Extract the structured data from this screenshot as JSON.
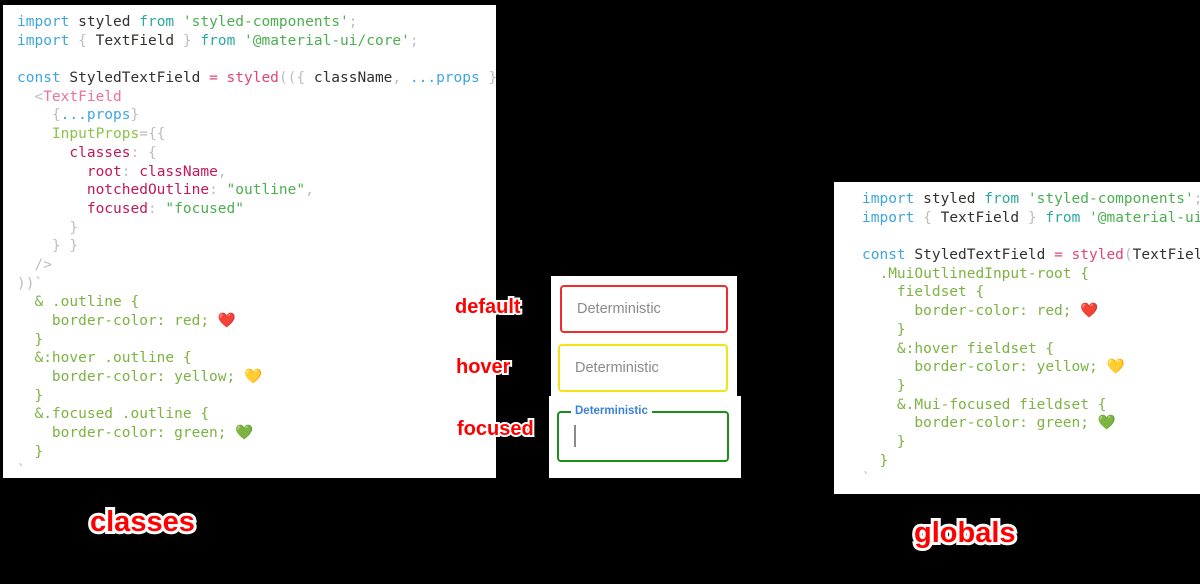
{
  "background_color": "#000000",
  "accent_color": "#ff0000",
  "panels": {
    "classes": {
      "title": "classes",
      "lines": [
        [
          {
            "t": "kw",
            "s": "import"
          },
          {
            "t": "ident",
            "s": " styled "
          },
          {
            "t": "from",
            "s": "from"
          },
          {
            "t": "str",
            "s": " 'styled-components'"
          },
          {
            "t": "punct",
            "s": ";"
          }
        ],
        [
          {
            "t": "kw",
            "s": "import"
          },
          {
            "t": "punct",
            "s": " { "
          },
          {
            "t": "ident",
            "s": "TextField"
          },
          {
            "t": "punct",
            "s": " } "
          },
          {
            "t": "from",
            "s": "from"
          },
          {
            "t": "str",
            "s": " '@material-ui/core'"
          },
          {
            "t": "punct",
            "s": ";"
          }
        ],
        [],
        [
          {
            "t": "kw",
            "s": "const"
          },
          {
            "t": "ident",
            "s": " StyledTextField "
          },
          {
            "t": "op",
            "s": "= "
          },
          {
            "t": "op",
            "s": "styled"
          },
          {
            "t": "punct",
            "s": "(({ "
          },
          {
            "t": "ident",
            "s": "className"
          },
          {
            "t": "punct",
            "s": ", "
          },
          {
            "t": "spread",
            "s": "...props"
          },
          {
            "t": "punct",
            "s": " }) "
          },
          {
            "t": "op",
            "s": "=>"
          },
          {
            "t": "punct",
            "s": " ("
          }
        ],
        [
          {
            "t": "punct",
            "s": "  <"
          },
          {
            "t": "tag",
            "s": "TextField"
          }
        ],
        [
          {
            "t": "punct",
            "s": "    {"
          },
          {
            "t": "spread",
            "s": "...props"
          },
          {
            "t": "punct",
            "s": "}"
          }
        ],
        [
          {
            "t": "prop",
            "s": "    InputProps"
          },
          {
            "t": "punct",
            "s": "={{"
          }
        ],
        [
          {
            "t": "key",
            "s": "      classes"
          },
          {
            "t": "punct",
            "s": ": {"
          }
        ],
        [
          {
            "t": "key",
            "s": "        root"
          },
          {
            "t": "punct",
            "s": ": "
          },
          {
            "t": "key",
            "s": "className"
          },
          {
            "t": "punct",
            "s": ","
          }
        ],
        [
          {
            "t": "key",
            "s": "        notchedOutline"
          },
          {
            "t": "punct",
            "s": ": "
          },
          {
            "t": "str",
            "s": "\"outline\""
          },
          {
            "t": "punct",
            "s": ","
          }
        ],
        [
          {
            "t": "key",
            "s": "        focused"
          },
          {
            "t": "punct",
            "s": ": "
          },
          {
            "t": "str",
            "s": "\"focused\""
          }
        ],
        [
          {
            "t": "punct",
            "s": "      }"
          }
        ],
        [
          {
            "t": "punct",
            "s": "    } }"
          }
        ],
        [
          {
            "t": "punct",
            "s": "  />"
          }
        ],
        [
          {
            "t": "punct",
            "s": "))`"
          }
        ],
        [
          {
            "t": "sel",
            "s": "  & .outline {"
          }
        ],
        [
          {
            "t": "sel",
            "s": "    border-color: red; "
          },
          {
            "t": "plain",
            "s": "❤️"
          }
        ],
        [
          {
            "t": "sel",
            "s": "  }"
          }
        ],
        [
          {
            "t": "sel",
            "s": "  &:hover .outline {"
          }
        ],
        [
          {
            "t": "sel",
            "s": "    border-color: yellow; "
          },
          {
            "t": "plain",
            "s": "💛"
          }
        ],
        [
          {
            "t": "sel",
            "s": "  }"
          }
        ],
        [
          {
            "t": "sel",
            "s": "  &.focused .outline {"
          }
        ],
        [
          {
            "t": "sel",
            "s": "    border-color: green; "
          },
          {
            "t": "plain",
            "s": "💚"
          }
        ],
        [
          {
            "t": "sel",
            "s": "  }"
          }
        ],
        [
          {
            "t": "punct",
            "s": "`"
          }
        ],
        [
          {
            "t": "punct",
            "s": " ;"
          }
        ]
      ]
    },
    "globals": {
      "title": "globals",
      "lines": [
        [
          {
            "t": "kw",
            "s": "import"
          },
          {
            "t": "ident",
            "s": " styled "
          },
          {
            "t": "from",
            "s": "from"
          },
          {
            "t": "str",
            "s": " 'styled-components'"
          },
          {
            "t": "punct",
            "s": ";"
          }
        ],
        [
          {
            "t": "kw",
            "s": "import"
          },
          {
            "t": "punct",
            "s": " { "
          },
          {
            "t": "ident",
            "s": "TextField"
          },
          {
            "t": "punct",
            "s": " } "
          },
          {
            "t": "from",
            "s": "from"
          },
          {
            "t": "str",
            "s": " '@material-ui/core'"
          },
          {
            "t": "punct",
            "s": ";"
          }
        ],
        [],
        [
          {
            "t": "kw",
            "s": "const"
          },
          {
            "t": "ident",
            "s": " StyledTextField "
          },
          {
            "t": "op",
            "s": "= "
          },
          {
            "t": "op",
            "s": "styled"
          },
          {
            "t": "punct",
            "s": "("
          },
          {
            "t": "ident",
            "s": "TextField"
          },
          {
            "t": "punct",
            "s": ")`"
          }
        ],
        [
          {
            "t": "sel",
            "s": "  .MuiOutlinedInput-root {"
          }
        ],
        [
          {
            "t": "sel",
            "s": "    fieldset {"
          }
        ],
        [
          {
            "t": "sel",
            "s": "      border-color: red; "
          },
          {
            "t": "plain",
            "s": "❤️"
          }
        ],
        [
          {
            "t": "sel",
            "s": "    }"
          }
        ],
        [
          {
            "t": "sel",
            "s": "    &:hover fieldset {"
          }
        ],
        [
          {
            "t": "sel",
            "s": "      border-color: yellow; "
          },
          {
            "t": "plain",
            "s": "💛"
          }
        ],
        [
          {
            "t": "sel",
            "s": "    }"
          }
        ],
        [
          {
            "t": "sel",
            "s": "    &.Mui-focused fieldset {"
          }
        ],
        [
          {
            "t": "sel",
            "s": "      border-color: green; "
          },
          {
            "t": "plain",
            "s": "💚"
          }
        ],
        [
          {
            "t": "sel",
            "s": "    }"
          }
        ],
        [
          {
            "t": "sel",
            "s": "  }"
          }
        ],
        [
          {
            "t": "punct",
            "s": "`"
          }
        ],
        [
          {
            "t": "punct",
            "s": " ;"
          }
        ]
      ]
    }
  },
  "demo": {
    "annotations": {
      "default": "default",
      "hover": "hover",
      "focused": "focused"
    },
    "fields": {
      "default": {
        "value": "Deterministic",
        "border_color": "#f22c2c"
      },
      "hover": {
        "value": "Deterministic",
        "border_color": "#f5e216"
      },
      "focused": {
        "label": "Deterministic",
        "value": "",
        "border_color": "#1a8f1a",
        "label_color": "#3b82d6"
      }
    }
  }
}
